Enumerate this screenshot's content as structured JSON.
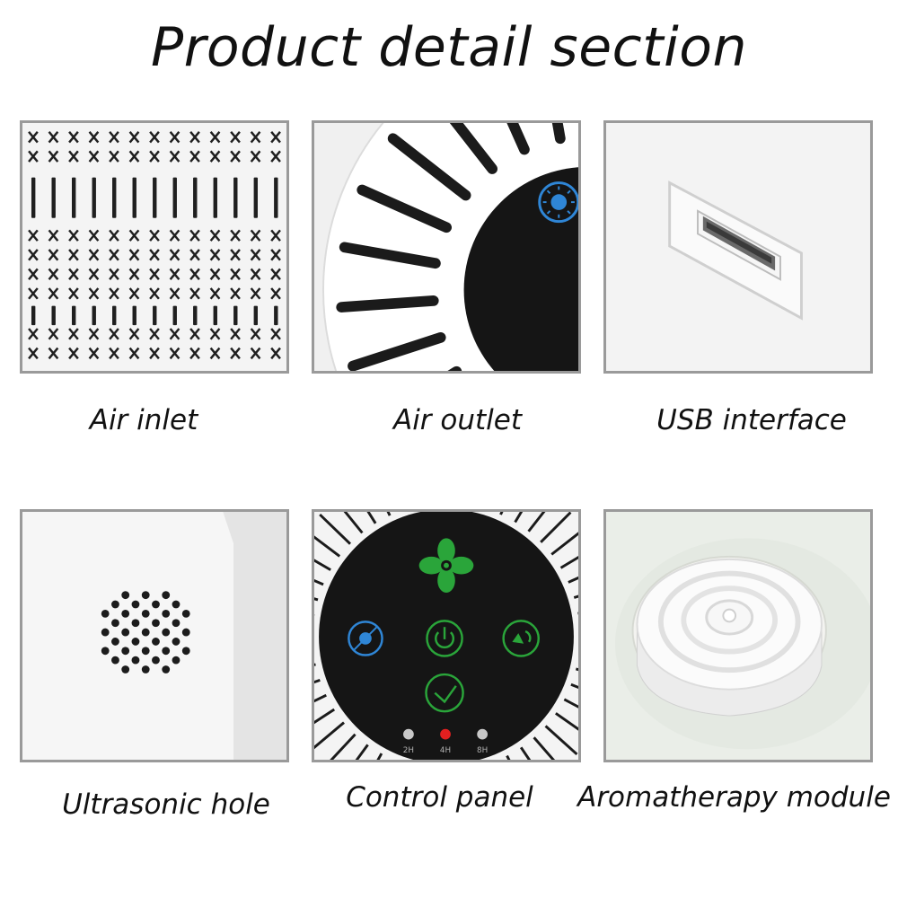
{
  "page": {
    "title": "Product detail section"
  },
  "items": [
    {
      "caption": "Air inlet",
      "icon": "air-inlet-grille"
    },
    {
      "caption": "Air outlet",
      "icon": "air-outlet-vent"
    },
    {
      "caption": "USB interface",
      "icon": "usb-port"
    },
    {
      "caption": "Ultrasonic hole",
      "icon": "ultrasonic-hole-grid"
    },
    {
      "caption": "Control panel",
      "icon": "control-panel"
    },
    {
      "caption": "Aromatherapy module",
      "icon": "aromatherapy-module"
    }
  ],
  "control_panel": {
    "timer_labels": [
      "2H",
      "4H",
      "8H"
    ],
    "active_timer": "4H",
    "colors": {
      "fan": "#2aa53a",
      "sterilize": "#2f86d6",
      "power": "#2aa53a",
      "active": "#e32020",
      "inactive": "#c8c8c8"
    }
  }
}
